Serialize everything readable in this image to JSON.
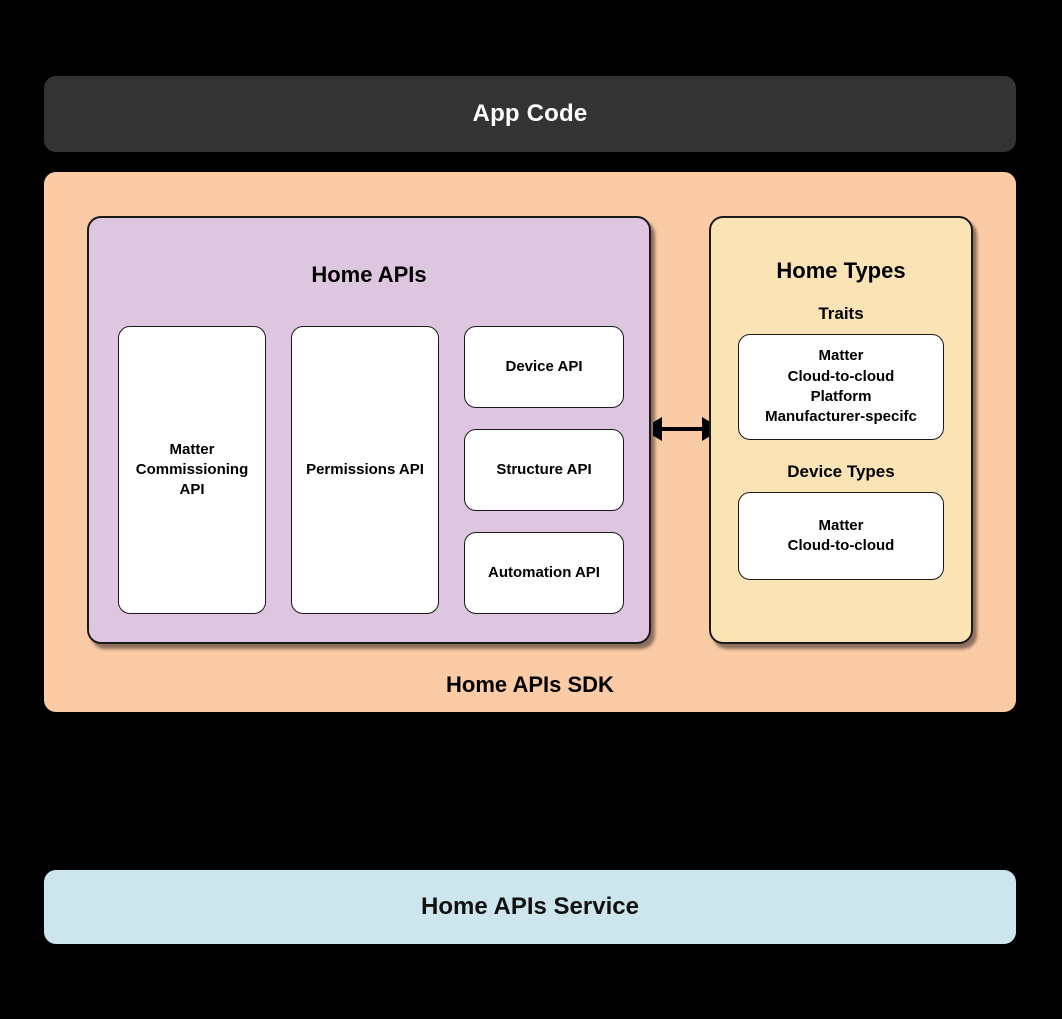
{
  "diagram": {
    "background_color": "#000000",
    "app_code": {
      "label": "App Code",
      "fill": "#333333",
      "text_color": "#ffffff"
    },
    "sdk": {
      "label": "Home APIs SDK",
      "fill": "#FBCBA5"
    },
    "home_apis": {
      "title": "Home APIs",
      "fill": "#DFC6E0",
      "tall_boxes": [
        {
          "label": "Matter\nCommissioning\nAPI"
        },
        {
          "label": "Permissions API"
        }
      ],
      "stacked_boxes": [
        {
          "label": "Device API"
        },
        {
          "label": "Structure API"
        },
        {
          "label": "Automation API"
        }
      ]
    },
    "home_types": {
      "title": "Home Types",
      "fill": "#FAE3B4",
      "sections": [
        {
          "heading": "Traits",
          "items": [
            "Matter",
            "Cloud-to-cloud",
            "Platform",
            "Manufacturer-specifc"
          ]
        },
        {
          "heading": "Device Types",
          "items": [
            "Matter",
            "Cloud-to-cloud"
          ]
        }
      ]
    },
    "connector": {
      "name": "double-headed-arrow",
      "color": "#000000"
    },
    "service": {
      "label": "Home APIs Service",
      "fill": "#CDE6EE",
      "text_color": "#111111"
    }
  }
}
